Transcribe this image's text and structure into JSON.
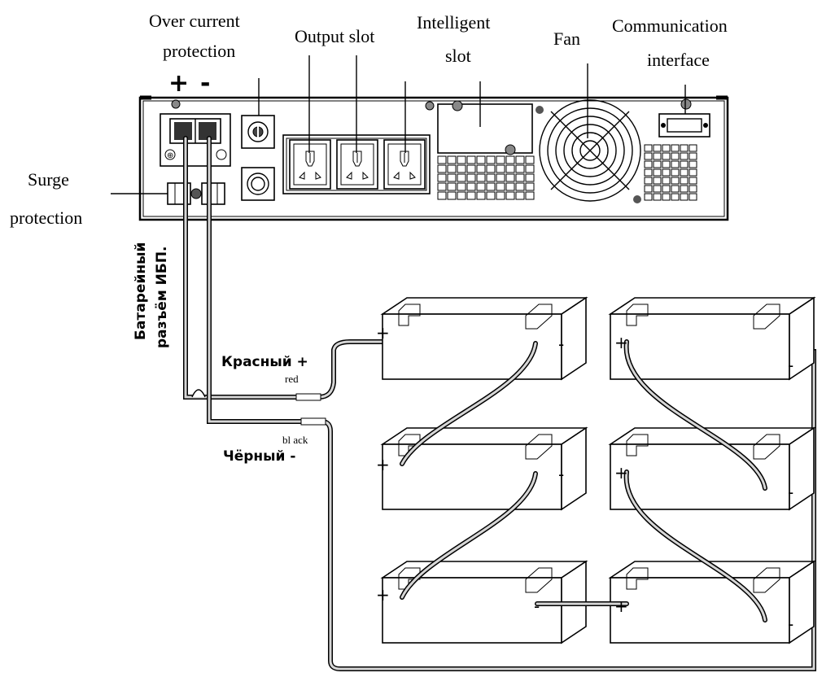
{
  "labels": {
    "over_current_line1": "Over current",
    "over_current_line2": "protection",
    "output_slot": "Output slot",
    "intelligent_line1": "Intelligent",
    "intelligent_line2": "slot",
    "fan": "Fan",
    "communication_line1": "Communication",
    "communication_line2": "interface",
    "surge_line1": "Surge",
    "surge_line2": "protection",
    "battery_connector_line1": "Батарейный",
    "battery_connector_line2": "разъём ИБП.",
    "red_ru": "Красный +",
    "red_en": "red",
    "black_en": "bl ack",
    "black_ru": "Чёрный -"
  },
  "signs": {
    "plus": "+",
    "minus": "-"
  }
}
